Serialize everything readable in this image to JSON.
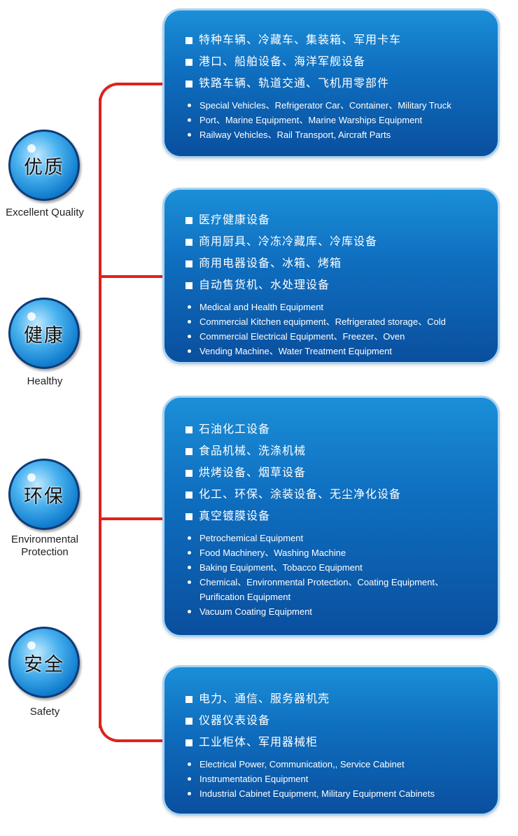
{
  "pillars": [
    {
      "cn": "优质",
      "en": "Excellent Quality"
    },
    {
      "cn": "健康",
      "en": "Healthy"
    },
    {
      "cn": "环保",
      "en": "Environmental Protection"
    },
    {
      "cn": "安全",
      "en": "Safety"
    }
  ],
  "boxes": [
    {
      "cn": [
        "特种车辆、冷藏车、集装箱、军用卡车",
        "港口、船舶设备、海洋军舰设备",
        "铁路车辆、轨道交通、飞机用零部件"
      ],
      "en": [
        "Special Vehicles、Refrigerator Car、Container、Military Truck",
        "Port、Marine Equipment、Marine Warships Equipment",
        "Railway Vehicles、Rail Transport, Aircraft Parts"
      ]
    },
    {
      "cn": [
        "医疗健康设备",
        "商用厨具、冷冻冷藏库、冷库设备",
        "商用电器设备、冰箱、烤箱",
        "自动售货机、水处理设备"
      ],
      "en": [
        "Medical and Health Equipment",
        "Commercial Kitchen equipment、Refrigerated storage、Cold",
        "Commercial Electrical Equipment、Freezer、Oven",
        "Vending Machine、Water Treatment Equipment"
      ]
    },
    {
      "cn": [
        "石油化工设备",
        "食品机械、洗涤机械",
        "烘烤设备、烟草设备",
        "化工、环保、涂装设备、无尘净化设备",
        "真空镀膜设备"
      ],
      "en": [
        "Petrochemical Equipment",
        "Food Machinery、Washing Machine",
        "Baking Equipment、Tobacco Equipment",
        "Chemical、Environmental Protection、Coating Equipment、Purification Equipment",
        "Vacuum Coating Equipment"
      ]
    },
    {
      "cn": [
        "电力、通信、服务器机壳",
        "仪器仪表设备",
        "工业柜体、军用器械柜"
      ],
      "en": [
        "Electrical Power, Communication,, Service Cabinet",
        "Instrumentation Equipment",
        "Industrial Cabinet Equipment, Military Equipment Cabinets"
      ]
    }
  ]
}
